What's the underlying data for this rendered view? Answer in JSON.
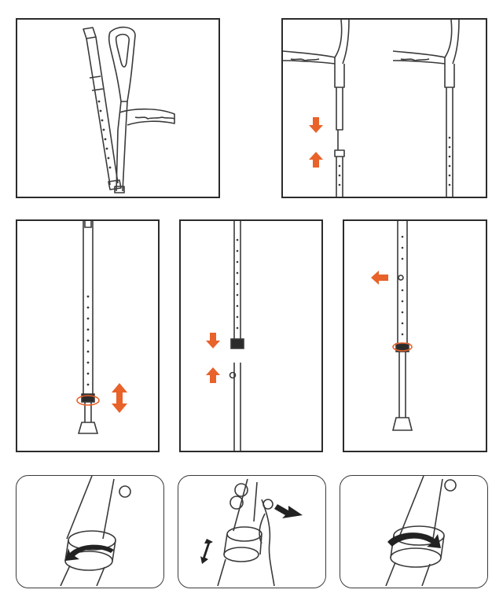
{
  "figure": {
    "description_labels": [],
    "colors": {
      "accent_arrow": "#e8622a",
      "line": "#3a3a3a",
      "dark_arrow": "#222222"
    },
    "panels": [
      {
        "id": "p1",
        "icon": "forearm-crutch-icon"
      },
      {
        "id": "p2",
        "icon": "crutch-assembly-icon"
      },
      {
        "id": "p3",
        "icon": "crutch-height-adjust-icon"
      },
      {
        "id": "p4",
        "icon": "tube-separate-icon"
      },
      {
        "id": "p5",
        "icon": "push-button-icon"
      },
      {
        "id": "p6",
        "icon": "collar-unlock-icon"
      },
      {
        "id": "p7",
        "icon": "press-button-icon"
      },
      {
        "id": "p8",
        "icon": "collar-lock-icon"
      }
    ]
  }
}
